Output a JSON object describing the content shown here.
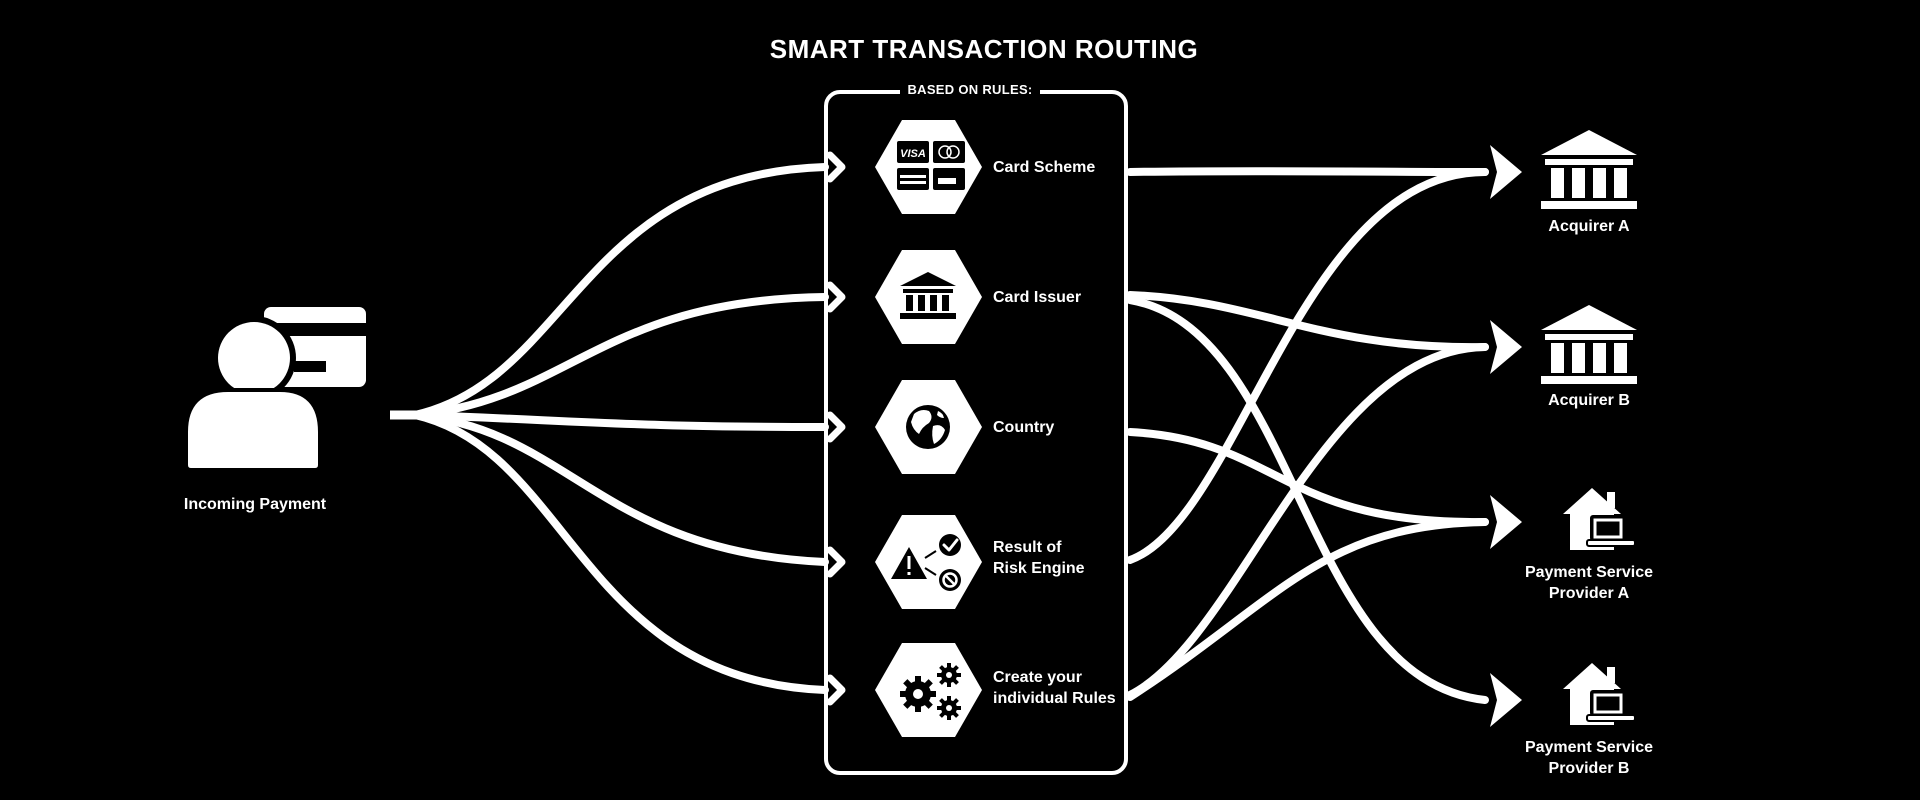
{
  "title": "SMART TRANSACTION ROUTING",
  "subtitle": "BASED ON RULES:",
  "source": {
    "label": "Incoming Payment",
    "icon": "user-with-card-icon"
  },
  "rules": [
    {
      "label_lines": [
        "Card Scheme"
      ],
      "icon": "card-logos-icon"
    },
    {
      "label_lines": [
        "Card Issuer"
      ],
      "icon": "bank-icon"
    },
    {
      "label_lines": [
        "Country"
      ],
      "icon": "globe-icon"
    },
    {
      "label_lines": [
        "Result of",
        "Risk Engine"
      ],
      "icon": "warning-check-block-icon"
    },
    {
      "label_lines": [
        "Create your",
        "individual Rules"
      ],
      "icon": "gears-icon"
    }
  ],
  "destinations": [
    {
      "label_lines": [
        "Acquirer A"
      ],
      "icon": "bank-icon"
    },
    {
      "label_lines": [
        "Acquirer B"
      ],
      "icon": "bank-icon"
    },
    {
      "label_lines": [
        "Payment Service",
        "Provider A"
      ],
      "icon": "house-laptop-icon"
    },
    {
      "label_lines": [
        "Payment Service",
        "Provider B"
      ],
      "icon": "house-laptop-icon"
    }
  ],
  "card_logo_text": "VISA",
  "colors": {
    "background": "#000000",
    "foreground": "#ffffff"
  }
}
